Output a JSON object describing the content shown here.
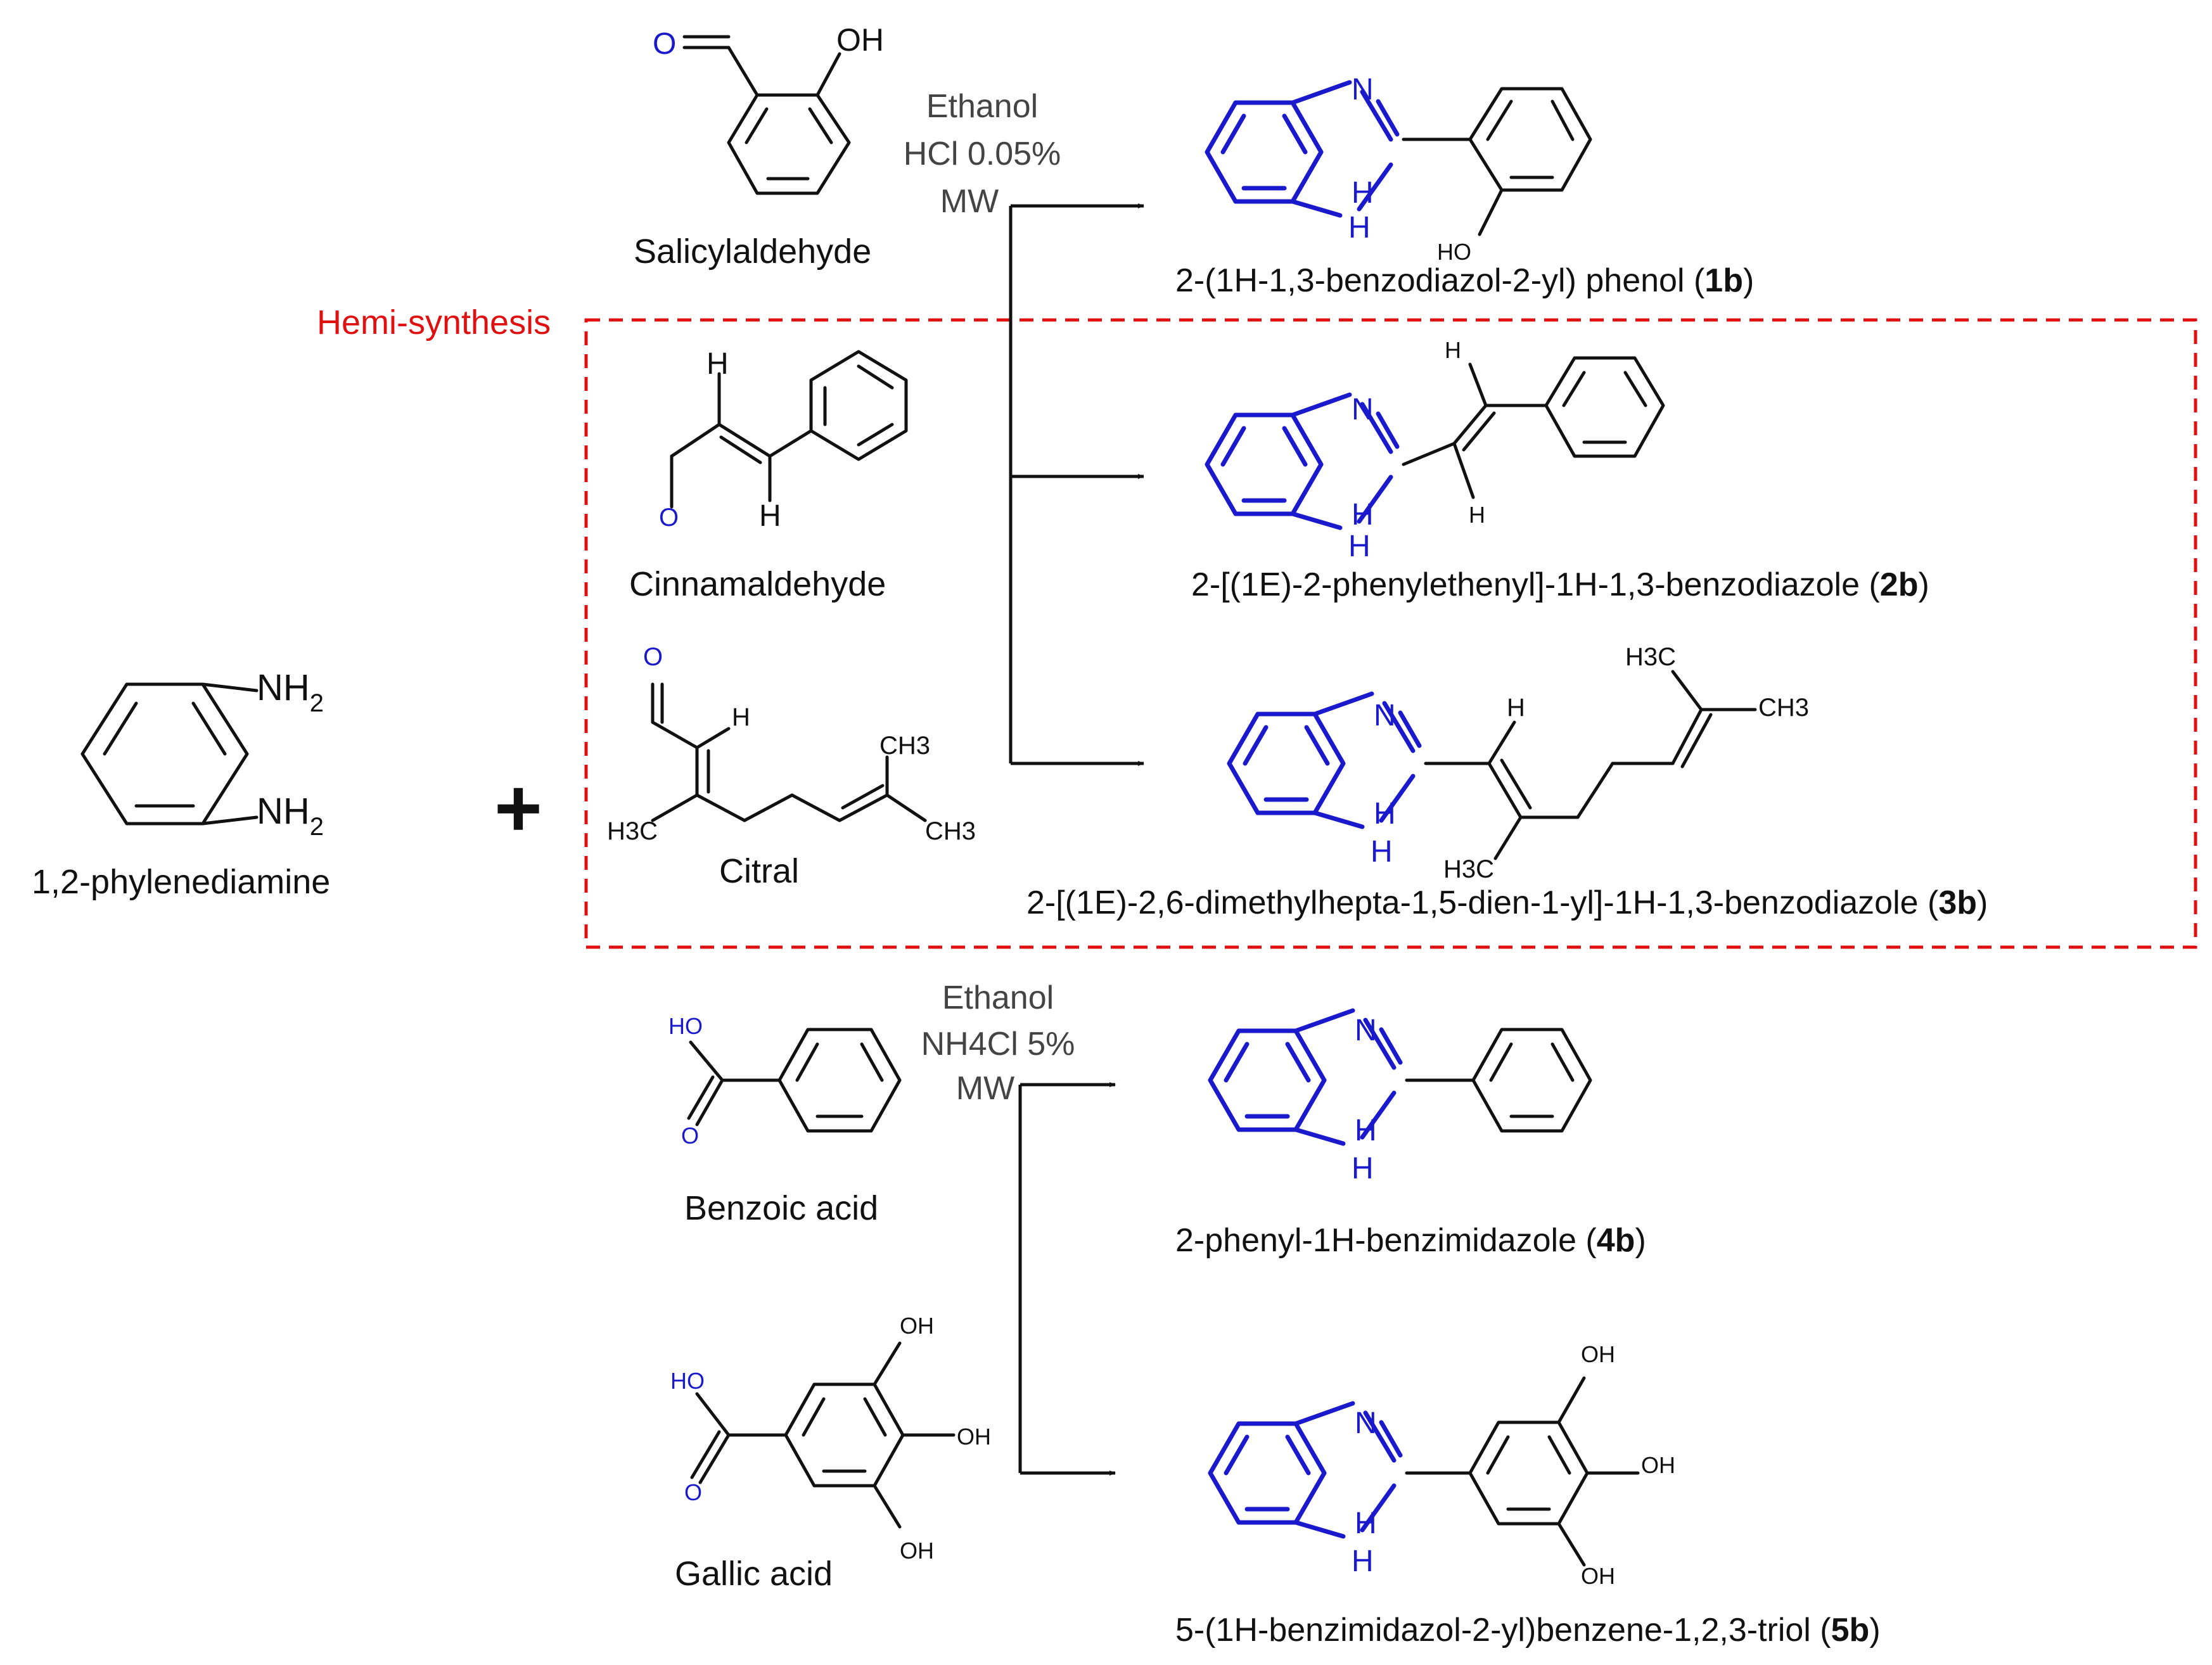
{
  "reactant": {
    "name": "1,2-phylenediamine",
    "nh2_top": "NH",
    "nh2_bottom": "NH",
    "sub2": "2"
  },
  "plus": "+",
  "hemi_label": "Hemi-synthesis",
  "conditions_top": {
    "line1": "Ethanol",
    "line2": "HCl 0.05%",
    "line3": "MW"
  },
  "conditions_bottom": {
    "line1": "Ethanol",
    "line2": "NH4Cl  5%",
    "line3": "MW"
  },
  "aldehydes": [
    {
      "name": "Salicylaldehyde",
      "o": "O",
      "oh": "OH"
    },
    {
      "name": "Cinnamaldehyde",
      "o": "O",
      "h1": "H",
      "h2": "H"
    },
    {
      "name": "Citral",
      "o": "O",
      "h": "H",
      "ch3a": "CH3",
      "ch3b": "CH3",
      "h3c": "H3C"
    }
  ],
  "acids": [
    {
      "name": "Benzoic acid",
      "ho": "HO",
      "o": "O"
    },
    {
      "name": "Gallic acid",
      "ho": "HO",
      "o": "O",
      "oh1": "OH",
      "oh2": "OH",
      "oh3": "OH"
    }
  ],
  "products": [
    {
      "name": "2-(1H-1,3-benzodiazol-2-yl) phenol (",
      "code": "1b",
      "close": ")",
      "n": "N",
      "h": "H",
      "sub": "HO"
    },
    {
      "name": "2-[(1E)-2-phenylethenyl]-1H-1,3-benzodiazole (",
      "code": "2b",
      "close": ")",
      "n": "N",
      "h": "H",
      "h_top": "H",
      "h_bot": "H"
    },
    {
      "name": "2-[(1E)-2,6-dimethylhepta-1,5-dien-1-yl]-1H-1,3-benzodiazole (",
      "code": "3b",
      "close": ")",
      "n": "N",
      "h": "H",
      "h_alk": "H",
      "h3c_top": "H3C",
      "ch3_right": "CH3",
      "h3c_bot": "H3C"
    },
    {
      "name": "2-phenyl-1H-benzimidazole (",
      "code": "4b",
      "close": ")",
      "n": "N",
      "h": "H"
    },
    {
      "name": "5-(1H-benzimidazol-2-yl)benzene-1,2,3-triol (",
      "code": "5b",
      "close": ")",
      "n": "N",
      "h": "H",
      "oh1": "OH",
      "oh2": "OH",
      "oh3": "OH"
    }
  ],
  "colors": {
    "heterocycle": "#1a1acc",
    "hemi_box": "#e01010",
    "text": "#111111"
  }
}
